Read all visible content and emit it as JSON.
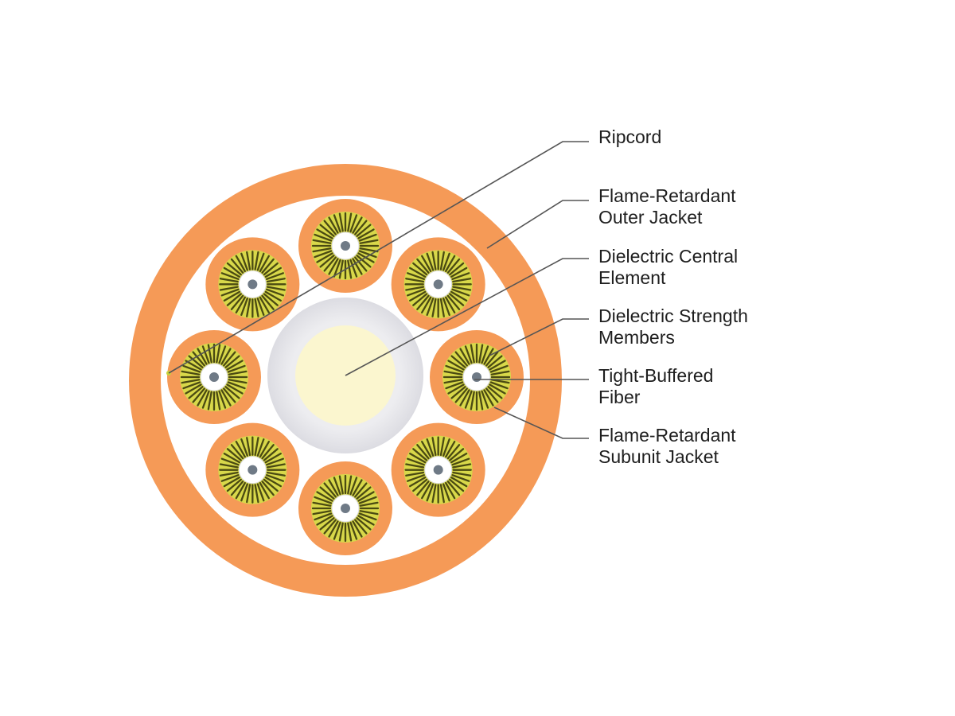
{
  "colors": {
    "outer_jacket": "#f59a57",
    "filler": "#ffffff",
    "subunit_jacket": "#f59a57",
    "strength_yellow": "#d8d84a",
    "strength_dark": "#4a4a12",
    "buffer": "#ffffff",
    "fiber_core": "#6f7a86",
    "central_ring": "#e6e6ea",
    "central_core": "#fbf6cf",
    "leader": "#555555",
    "text": "#1e1e1e"
  },
  "callouts": [
    {
      "id": "ripcord",
      "lines": [
        "Ripcord"
      ]
    },
    {
      "id": "outer-jacket",
      "lines": [
        "Flame-Retardant",
        "Outer Jacket"
      ]
    },
    {
      "id": "central-element",
      "lines": [
        "Dielectric Central",
        "Element"
      ]
    },
    {
      "id": "strength-members",
      "lines": [
        "Dielectric Strength",
        "Members"
      ]
    },
    {
      "id": "tight-buffered-fiber",
      "lines": [
        "Tight-Buffered",
        "Fiber"
      ]
    },
    {
      "id": "subunit-jacket",
      "lines": [
        "Flame-Retardant",
        "Subunit Jacket"
      ]
    }
  ],
  "subunit_count": 8
}
